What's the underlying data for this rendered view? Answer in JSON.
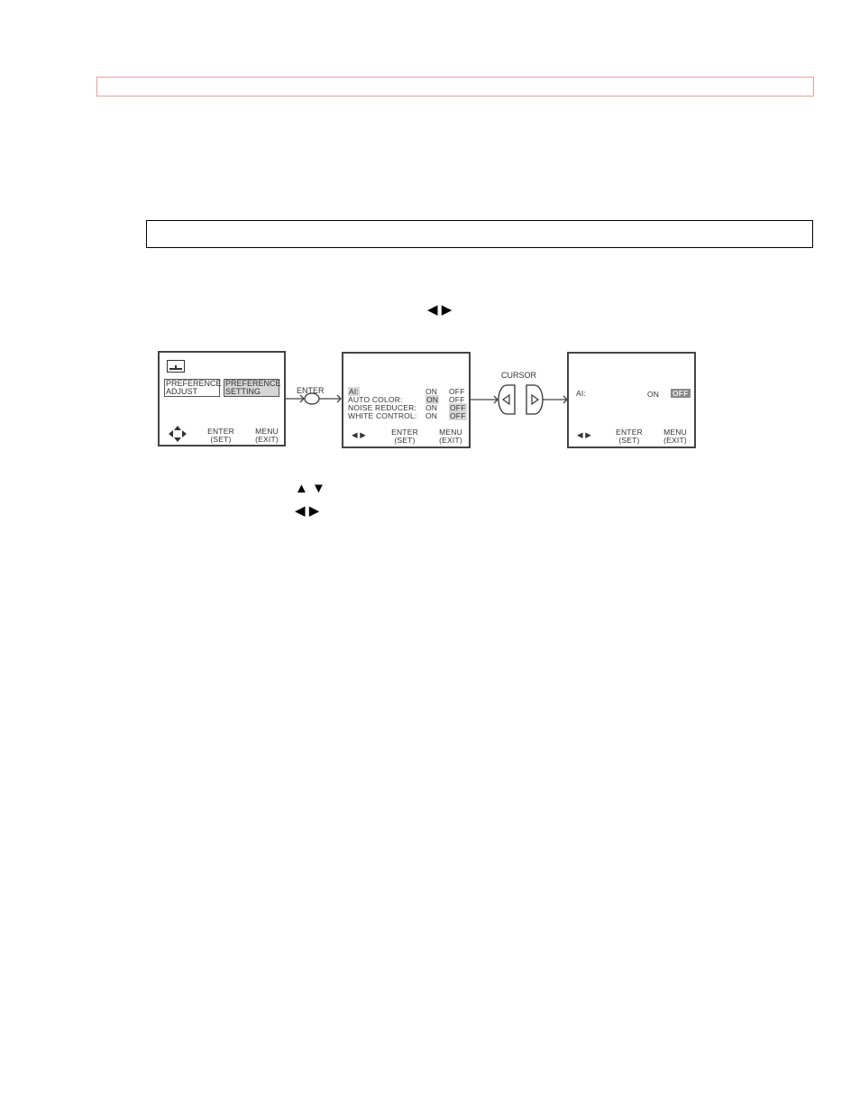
{
  "glyphs": {
    "left_right": "◀ ▶",
    "up_down": "▲ ▼"
  },
  "screen1": {
    "pref_adjust": "PREFERENCE ADJUST",
    "pref_adjust_l1": "PREFERENCE",
    "pref_adjust_l2": "ADJUST",
    "pref_setting_l1": "PREFERENCE",
    "pref_setting_l2": "SETTING",
    "enter_l1": "ENTER",
    "enter_l2": "(SET)",
    "menu_l1": "MENU",
    "menu_l2": "(EXIT)"
  },
  "enter_button": {
    "label": "ENTER"
  },
  "screen2": {
    "rows": [
      {
        "name": "AI:",
        "on": "ON",
        "off": "OFF"
      },
      {
        "name": "AUTO   COLOR:",
        "on": "ON",
        "off": "OFF"
      },
      {
        "name": "NOISE  REDUCER:",
        "on": "ON",
        "off": "OFF"
      },
      {
        "name": "WHITE  CONTROL:",
        "on": "ON",
        "off": "OFF"
      }
    ],
    "enter_l1": "ENTER",
    "enter_l2": "(SET)",
    "menu_l1": "MENU",
    "menu_l2": "(EXIT)",
    "nav": "◀ ▶"
  },
  "cursor": {
    "label": "CURSOR"
  },
  "screen3": {
    "ai_label": "AI:",
    "on": "ON",
    "off": "OFF",
    "enter_l1": "ENTER",
    "enter_l2": "(SET)",
    "menu_l1": "MENU",
    "menu_l2": "(EXIT)",
    "nav": "◀ ▶"
  },
  "colors": {
    "header_border": "#e4a0a0",
    "highlight": "#d6d6d6"
  }
}
